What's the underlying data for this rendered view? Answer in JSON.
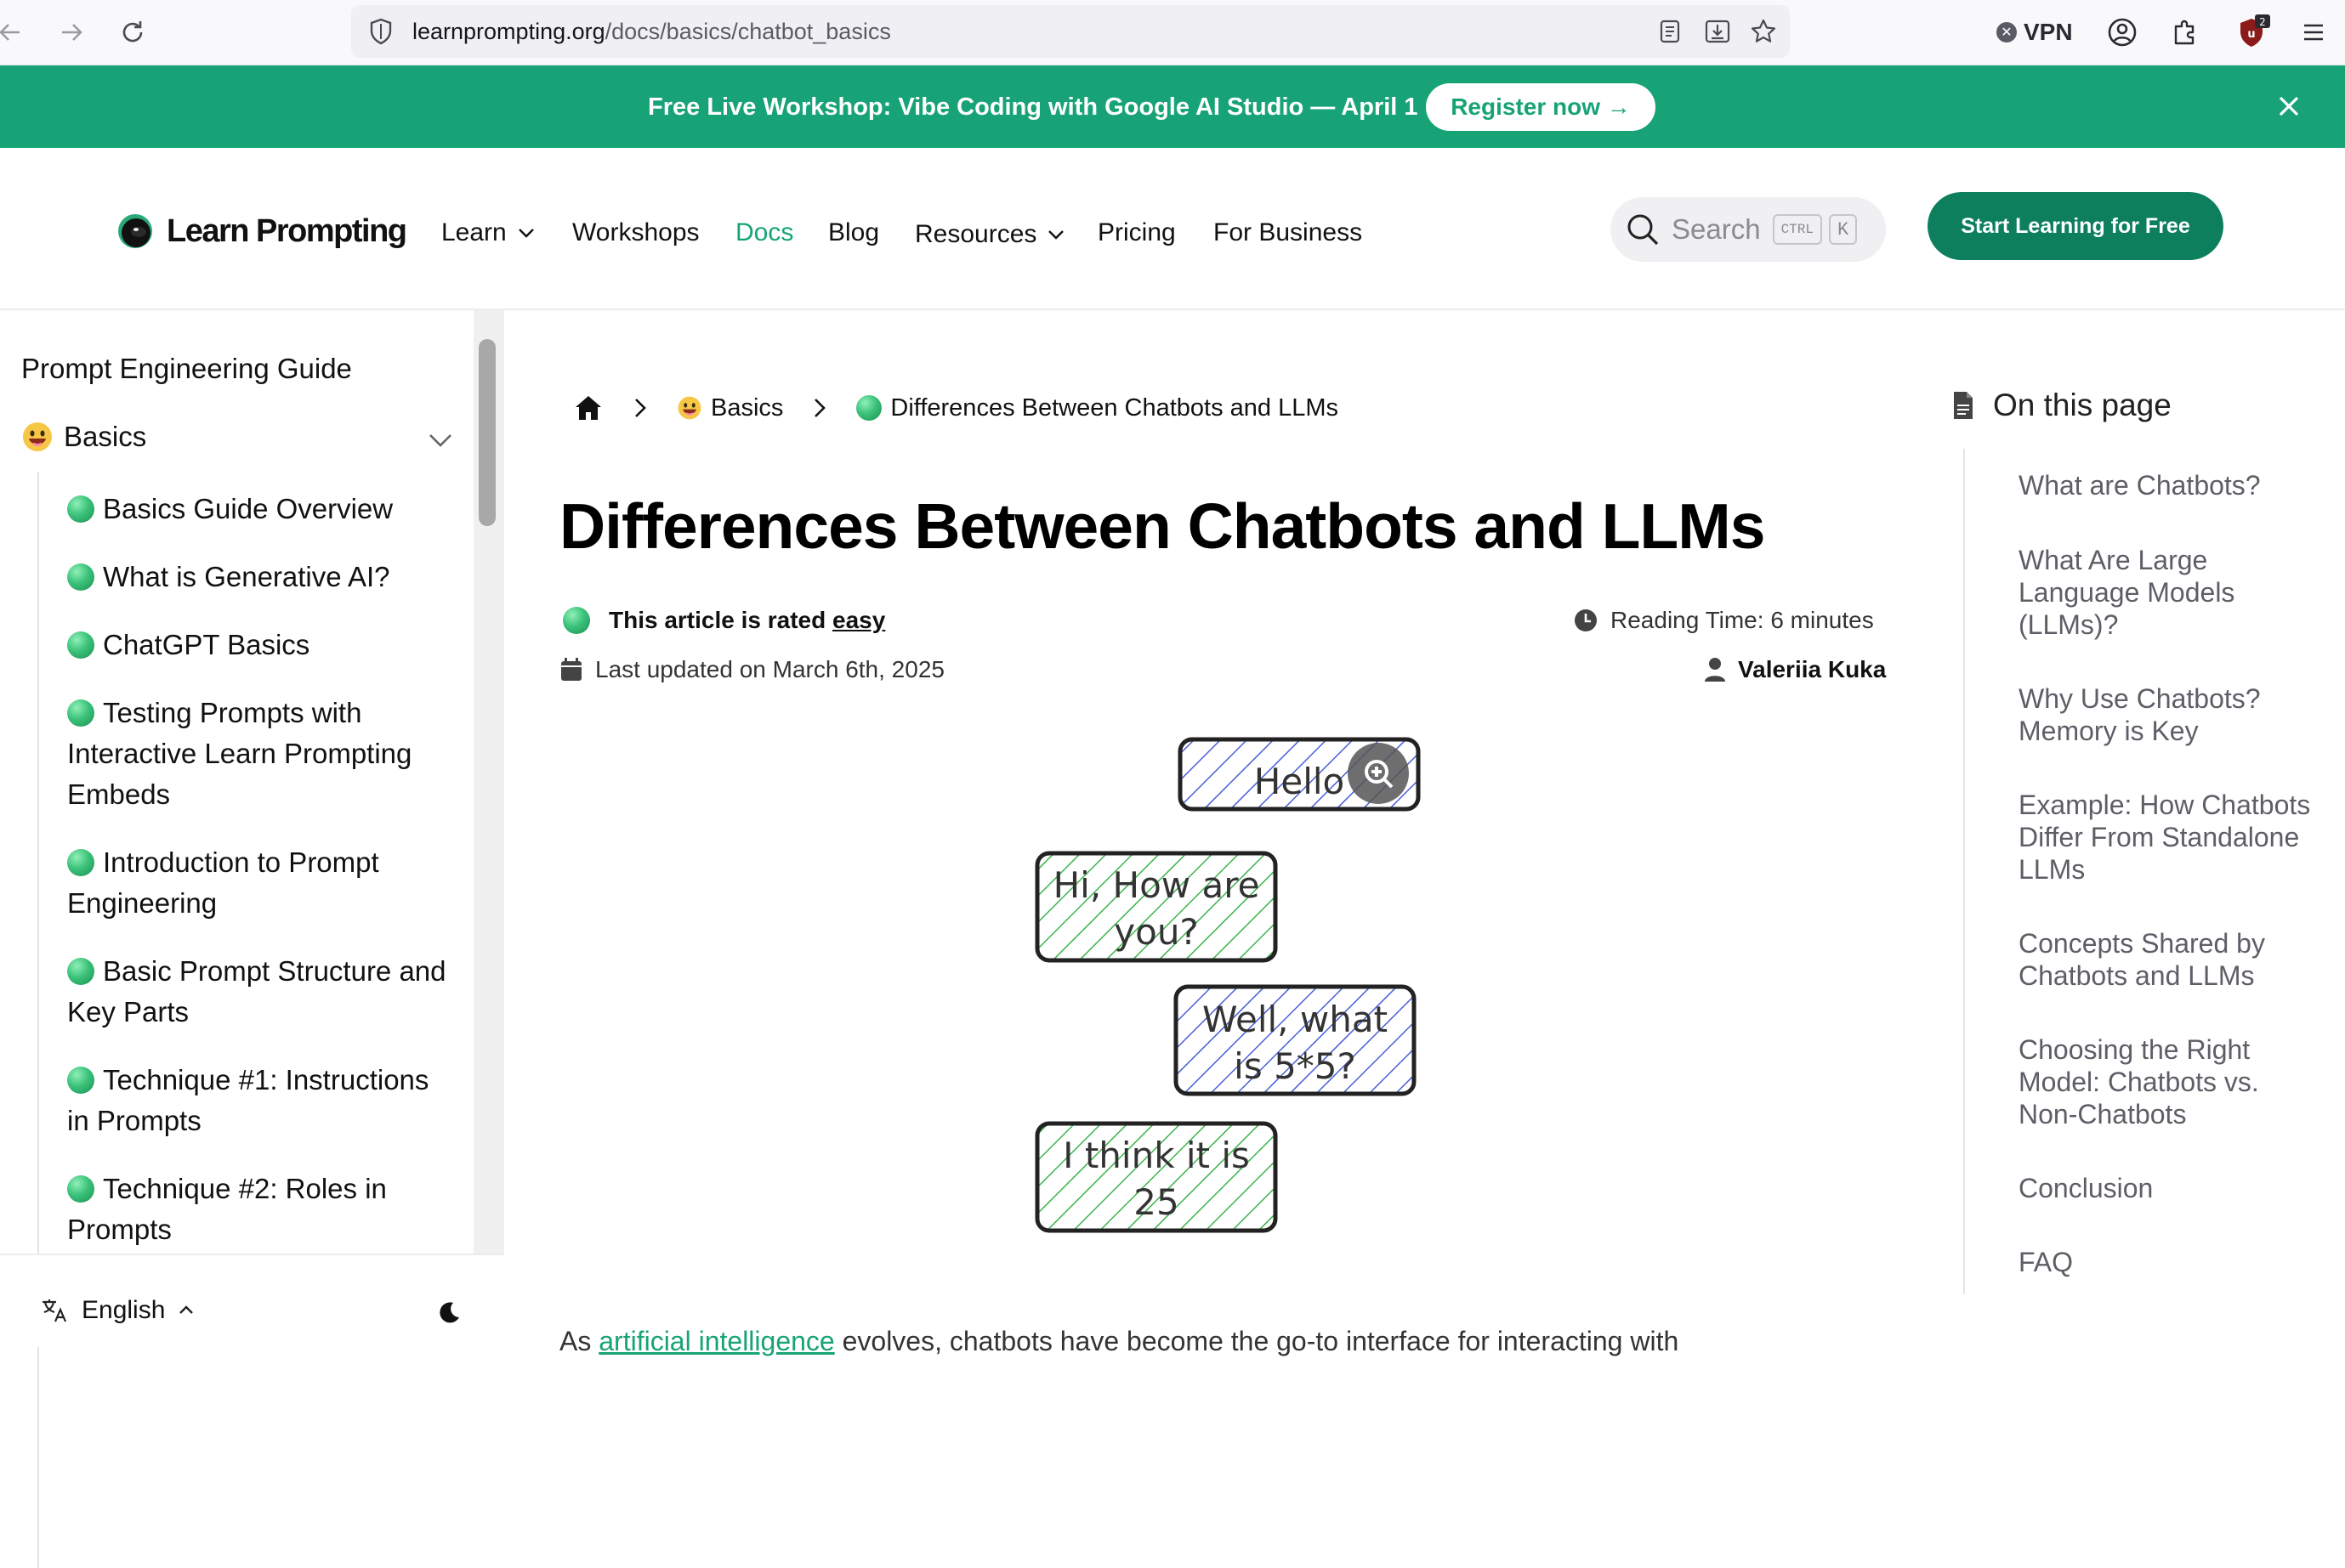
{
  "browser": {
    "url_domain": "learnprompting.org",
    "url_path": "/docs/basics/chatbot_basics",
    "vpn_label": "VPN",
    "extension_badge": "2"
  },
  "banner": {
    "text": "Free Live Workshop: Vibe Coding with Google AI Studio — April 1",
    "button_label": "Register now →",
    "bg_color": "#18a377"
  },
  "header": {
    "logo_text": "Learn Prompting",
    "nav": {
      "learn": "Learn",
      "workshops": "Workshops",
      "docs": "Docs",
      "blog": "Blog",
      "resources": "Resources",
      "pricing": "Pricing",
      "for_business": "For Business"
    },
    "search_placeholder": "Search",
    "search_kbd_ctrl": "CTRL",
    "search_kbd_k": "K",
    "cta_label": "Start Learning for Free",
    "accent_color": "#18a377"
  },
  "sidebar": {
    "title": "Prompt Engineering Guide",
    "section_label": "Basics",
    "items": [
      {
        "label": "Basics Guide Overview"
      },
      {
        "label": "What is Generative AI?"
      },
      {
        "label": "ChatGPT Basics"
      },
      {
        "label": "Testing Prompts with Interactive Learn Prompting Embeds"
      },
      {
        "label": "Introduction to Prompt Engineering"
      },
      {
        "label": "Basic Prompt Structure and Key Parts"
      },
      {
        "label": "Technique #1: Instructions in Prompts"
      },
      {
        "label": "Technique #2: Roles in Prompts"
      }
    ],
    "language": "English"
  },
  "breadcrumb": {
    "home_icon": "home-icon",
    "section": "Basics",
    "current": "Differences Between Chatbots and LLMs"
  },
  "article": {
    "title": "Differences Between Chatbots and LLMs",
    "rating_prefix": "This article is rated ",
    "rating_value": "easy",
    "reading_time": "Reading Time: 6 minutes",
    "last_updated": "Last updated on March 6th, 2025",
    "author": "Valeriia Kuka",
    "intro_prefix": "As ",
    "intro_link": "artificial intelligence",
    "intro_suffix": " evolves, chatbots have become the go-to interface for interacting with"
  },
  "illustration": {
    "bubbles": [
      {
        "line1": "Hello",
        "line2": ""
      },
      {
        "line1": "Hi, How are",
        "line2": "you?"
      },
      {
        "line1": "Well, what",
        "line2": "is 5*5?"
      },
      {
        "line1": "I think it is",
        "line2": "25"
      }
    ],
    "user_color": "#4a5fd6",
    "bot_color": "#3bb54a"
  },
  "toc": {
    "title": "On this page",
    "items": [
      {
        "label": "What are Chatbots?"
      },
      {
        "label": "What Are Large Language Models (LLMs)?"
      },
      {
        "label": "Why Use Chatbots? Memory is Key"
      },
      {
        "label": "Example: How Chatbots Differ From Standalone LLMs"
      },
      {
        "label": "Concepts Shared by Chatbots and LLMs"
      },
      {
        "label": "Choosing the Right Model: Chatbots vs. Non-Chatbots"
      },
      {
        "label": "Conclusion"
      },
      {
        "label": "FAQ"
      }
    ]
  }
}
